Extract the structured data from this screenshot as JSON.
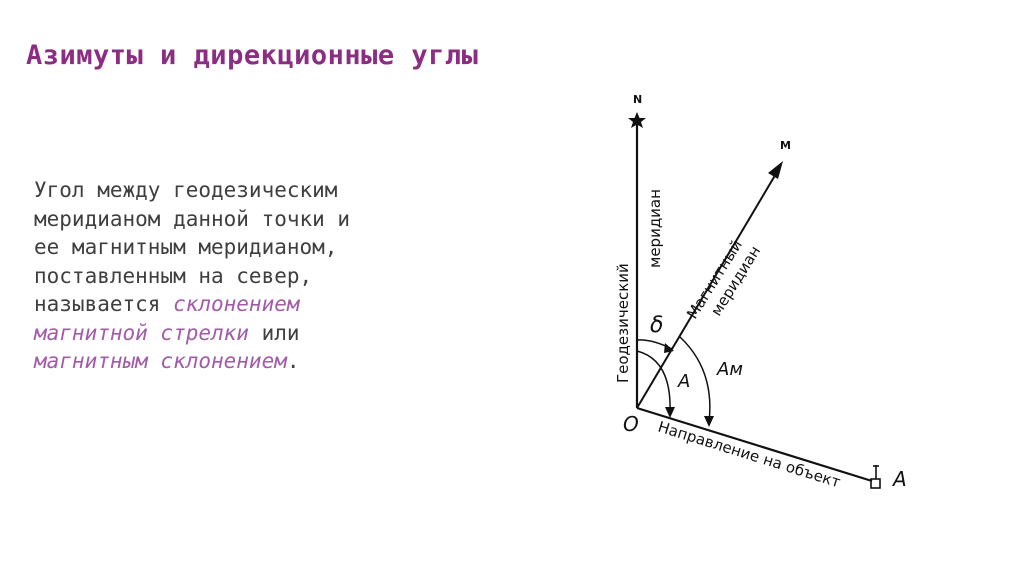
{
  "title": "Азимуты и дирекционные углы",
  "text": {
    "line1": "Угол между геодезическим",
    "line2": "меридианом данной точки и",
    "line3": "ее магнитным меридианом,",
    "line4": "поставленным на север,",
    "line5_prefix": "называется ",
    "term1_part1": "склонением",
    "term1_part2": "магнитной стрелки",
    "connector": " или",
    "term2": "магнитным склонением",
    "period": "."
  },
  "diagram": {
    "north_label": "N",
    "magnetic_label": "M",
    "origin_label": "O",
    "object_label": "A",
    "geodetic_meridian_label_1": "Геодезический",
    "geodetic_meridian_label_2": "меридиан",
    "magnetic_meridian_label_1": "Магнитный",
    "magnetic_meridian_label_2": "меридиан",
    "declination_symbol": "δ",
    "azimuth_label": "А",
    "magnetic_azimuth_label": "Ам",
    "direction_label": "Направление на объект"
  }
}
